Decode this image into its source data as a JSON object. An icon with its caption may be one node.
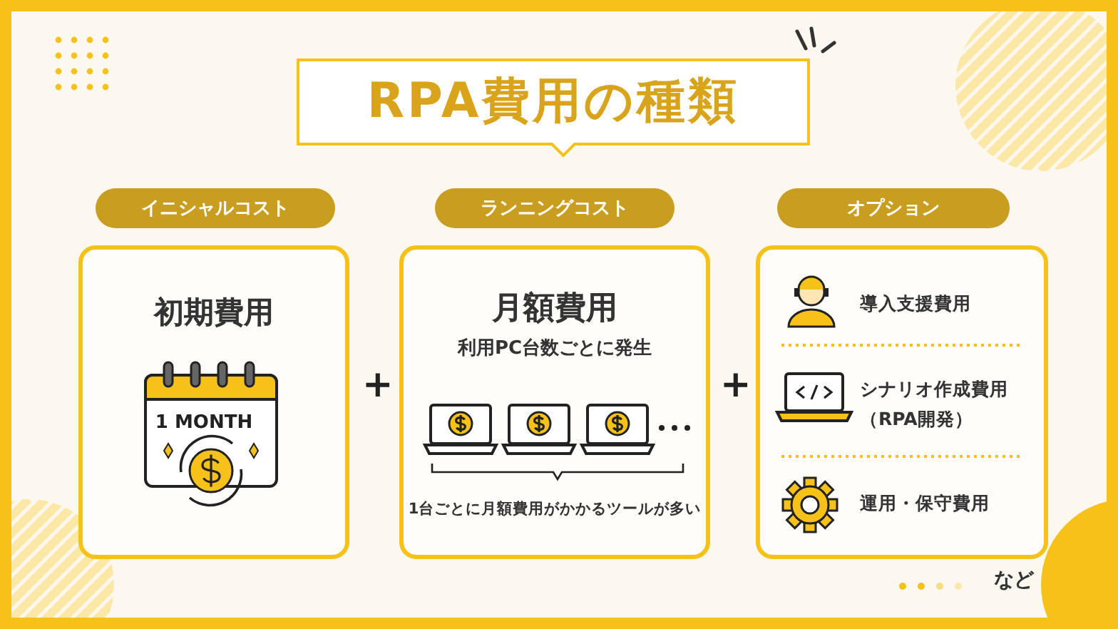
{
  "diagram": {
    "title": "RPA費用の種類",
    "nodes": [
      {
        "text": [
          "イニシャルコスト"
        ]
      },
      {
        "text": [
          "ランニングコスト"
        ]
      },
      {
        "text": [
          "オプション"
        ]
      },
      {
        "text": [
          "初期費用"
        ]
      },
      {
        "text": [
          "月額費用",
          "利用PC台数ごとに発生",
          "1台ごとに月額費用がかかるツールが多い"
        ]
      },
      {
        "text": [
          "導入支援費用",
          "シナリオ作成費用（RPA開発）",
          "運用・保守費用"
        ]
      }
    ],
    "edges": [],
    "labels": [
      "1 MONTH",
      "+",
      "+",
      "など"
    ]
  }
}
